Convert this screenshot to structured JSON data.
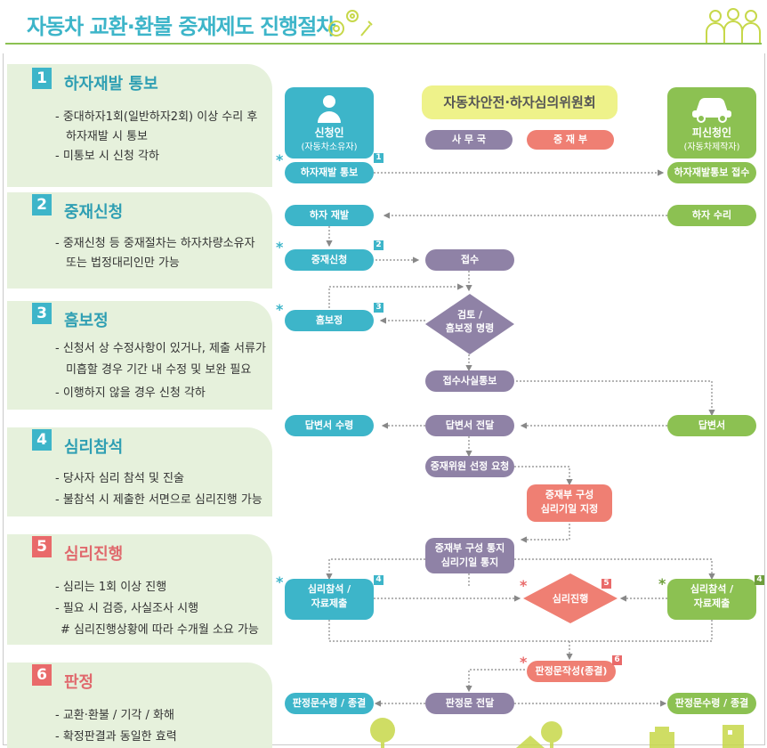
{
  "title": "자동차 교환·환불 중재제도 진행절차",
  "steps": [
    {
      "num": "1",
      "title": "하자재발 통보",
      "lines": [
        "- 중대하자1회(일반하자2회) 이상 수리 후",
        "하자재발 시 통보",
        "- 미통보 시 신청 각하"
      ]
    },
    {
      "num": "2",
      "title": "중재신청",
      "lines": [
        "- 중재신청 등 중재절차는 하자차량소유자",
        "또는 법정대리인만 가능"
      ]
    },
    {
      "num": "3",
      "title": "흠보정",
      "lines": [
        "- 신청서 상 수정사항이 있거나, 제출 서류가",
        "미흡할 경우 기간 내 수정 및 보완 필요",
        "- 이행하지 않을 경우 신청 각하"
      ]
    },
    {
      "num": "4",
      "title": "심리참석",
      "lines": [
        "- 당사자 심리 참석 및 진술",
        "- 불참석 시 제출한 서면으로 심리진행 가능"
      ]
    },
    {
      "num": "5",
      "title": "심리진행",
      "lines": [
        "- 심리는 1회 이상 진행",
        "- 필요 시 검증, 사실조사 시행",
        "# 심리진행상황에 따라 수개월  소요 가능"
      ]
    },
    {
      "num": "6",
      "title": "판정",
      "lines": [
        "- 교환·환불 / 기각 / 화해",
        "- 확정판결과 동일한 효력"
      ]
    }
  ],
  "actors": {
    "applicant": {
      "name": "신청인",
      "sub": "(자동차소유자)"
    },
    "respondent": {
      "name": "피신청인",
      "sub": "(자동차제작자)"
    }
  },
  "committee": "자동차안전·하자심의위원회",
  "legend": {
    "secretariat": "사 무 국",
    "panel": "중 재 부"
  },
  "nodes": {
    "report": "하자재발 통보",
    "report_receive": "하자재발통보 접수",
    "defect_recur": "하자 재발",
    "repair": "하자 수리",
    "apply": "중재신청",
    "receipt": "접수",
    "review": [
      "검토 /",
      "흠보정 명령"
    ],
    "correction": "흠보정",
    "receipt_notice": "접수사실통보",
    "answer_receive": "답변서 수령",
    "answer_deliver": "답변서 전달",
    "answer": "답변서",
    "panel_request": "중재위원 선정 요청",
    "panel_form": [
      "중재부 구성",
      "심리기일 지정"
    ],
    "panel_notice": [
      "중재부 구성 통지",
      "심리기일 통지"
    ],
    "hearing": "심리진행",
    "attend_left": [
      "심리참석 /",
      "자료제출"
    ],
    "attend_right": [
      "심리참석 /",
      "자료제출"
    ],
    "decision_write": "판정문작성(종결)",
    "decision_deliver": "판정문 전달",
    "decision_receive_left": "판정문수령 / 종결",
    "decision_receive_right": "판정문수령 / 종결"
  },
  "badges": {
    "b1": "1",
    "b2": "2",
    "b3": "3",
    "b4a": "4",
    "b4b": "4",
    "b5": "5",
    "b6": "6"
  },
  "stars": {
    "s1": "*",
    "s2": "*",
    "s3": "*",
    "s4": "*",
    "s5": "*",
    "s6": "*",
    "s7": "*"
  },
  "colors": {
    "teal": "#3db5c9",
    "purple": "#8f82a6",
    "green": "#8cc152",
    "salmon": "#ef7f73",
    "panel_bg": "#e6f1dc",
    "committee_bg": "#eef28a"
  }
}
